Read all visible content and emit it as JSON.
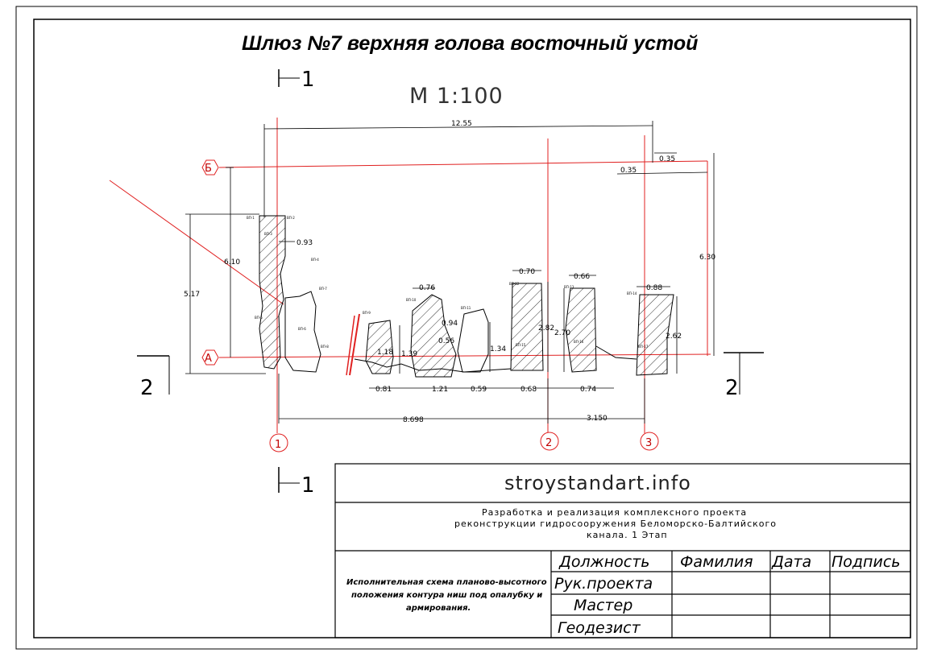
{
  "title": "Шлюз   №7 верхняя голова  восточный устой",
  "scale": "М 1:100",
  "cut_labels": {
    "section_1_top": "1",
    "section_1_bottom": "1",
    "section_2_left": "2",
    "section_2_right": "2"
  },
  "axis_markers": {
    "axis_b": "Б",
    "axis_a": "А",
    "axis_1": "1",
    "axis_2": "2",
    "axis_3": "3"
  },
  "dimensions": {
    "top_overall": "12.55",
    "right_offset_a": "0.35",
    "right_offset_b": "0.35",
    "right_height": "6.30",
    "left_height_outer": "5.17",
    "left_height_inner": "6.10",
    "wall_width": "0.93",
    "block2_top": "0.76",
    "block2_mid": "0.94",
    "block2_low": "0.56",
    "block2_height": "1.39",
    "block1_height": "1.18",
    "block3_height": "1.34",
    "block4_top": "0.70",
    "block4_height": "2.82",
    "block5_top": "0.66",
    "block5_height": "2.70",
    "block6_top": "0.88",
    "block6_height": "2.62",
    "bottom_b1": "0.81",
    "bottom_b2": "1.21",
    "bottom_b3": "0.59",
    "bottom_b4": "0.68",
    "bottom_b5": "0.74",
    "axis_1_2": "8.698",
    "axis_2_3": "3.150"
  },
  "title_block": {
    "site": "stroystandart.info",
    "description_line1": "Разработка и реализация комплексного проекта",
    "description_line2": "реконструкции гидросооружения Беломорско-Балтийского",
    "description_line3": "канала. 1 Этап",
    "note_line1": "Исполнительная схема планово-высотного",
    "note_line2": "положения контура ниш под опалубку и",
    "note_line3": "армирования.",
    "headers": {
      "position": "Должность",
      "surname": "Фамилия",
      "date": "Дата",
      "signature": "Подпись"
    },
    "rows": [
      {
        "position": "Рук.проекта"
      },
      {
        "position": "Мастер"
      },
      {
        "position": "Геодезист"
      }
    ]
  },
  "colors": {
    "axis_lines": "#e02020",
    "ink": "#000000"
  }
}
